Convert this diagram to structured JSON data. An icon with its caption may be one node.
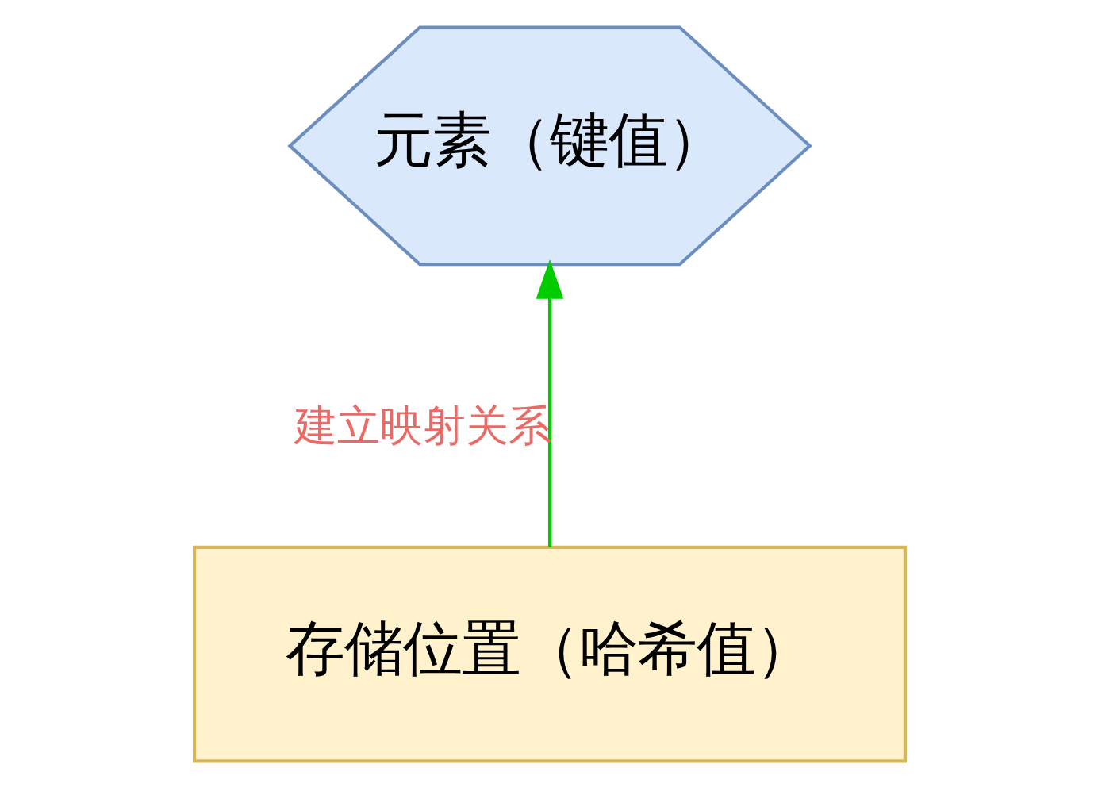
{
  "diagram": {
    "nodes": [
      {
        "text": [
          "元素（键值）"
        ]
      },
      {
        "text": [
          "存储位置（哈希值）"
        ]
      }
    ],
    "edges": [
      {
        "from": 1,
        "to": 0,
        "label": "建立映射关系",
        "arrow": "to",
        "color": "#00cc00"
      }
    ]
  }
}
